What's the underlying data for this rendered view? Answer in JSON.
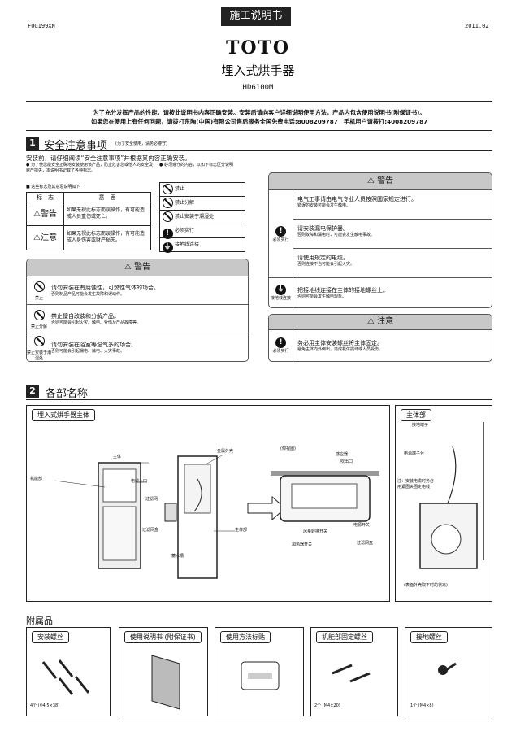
{
  "header": {
    "tab": "施工说明书",
    "doc_code": "F0G199XN",
    "date": "2011.02",
    "brand": "TOTO",
    "product": "埋入式烘手器",
    "model": "HD6100M"
  },
  "intro": {
    "line1": "为了充分发挥产品的性能，请按此说明书内容正确安装。安装后请向客户详细说明使用方法，产品内包含使用说明书(附保证书)。",
    "line2": "如果您在使用上有任何问题，请拨打东陶(中国)有限公司售后服务全国免费电话:8008209787　手机用户请拨打:4008209787"
  },
  "section1": {
    "num": "1",
    "title": "安全注意事项",
    "subtitle": "(为了安全使用，请务必遵守)",
    "lead": "安装前，请仔细阅读“安全注意事项”并根据其内容正确安装。",
    "bullet1": "● 为了使您能安全正确地安装使用该产品，防止危害您或他人的安全及财产损失，本说明书记载了各种标志。",
    "bullet2": "● 必须遵守的内容，以如下标志区分说明",
    "bullet3": "■ 这些标志及其意思说明如下",
    "table_head": [
      "标　志",
      "意　思"
    ],
    "table_rows": [
      {
        "mark": "警告",
        "text": "如果无视此标志而误操作，有可能造成人员重伤或死亡。"
      },
      {
        "mark": "注意",
        "text": "如果无视此标志而误操作，有可能造成人身伤害或财产损失。"
      }
    ],
    "legend": [
      "禁止",
      "禁止分解",
      "禁止安装于潮湿处",
      "必须实行",
      "接地线连接"
    ],
    "warn_left_title": "警告",
    "warn_left": [
      {
        "icon": "禁止",
        "main": "请勿安装在有腐蚀性，可燃性气体的场合。",
        "sub": "否则制品产品可能会发生故障和误动作。"
      },
      {
        "icon": "禁止分解",
        "main": "禁止擅自改装和分解产品。",
        "sub": "否则可能会引起火灾、触电、受伤及产品故障等。"
      },
      {
        "icon": "禁止安装于潮湿处",
        "main": "请勿安装在浴室等湿气多的场合。",
        "sub": "否则可能会引起漏电、触电、火灾事故。"
      }
    ],
    "warn_right_title": "警告",
    "warn_right_must": "必须实行",
    "warn_right": [
      {
        "main": "电气工事请由电气专业人员按照国家规定进行。",
        "sub": "错误的安装可能会发生触电。"
      },
      {
        "main": "请安装漏电保护器。",
        "sub": "否则故障和漏电时，可能会发生触电事故。"
      },
      {
        "main": "请使用规定的电缆。",
        "sub": "否则连接不当可能会引起火灾。"
      }
    ],
    "ground_icon": "接地线连接",
    "ground": {
      "main": "把接地线连接在主体的接地螺丝上。",
      "sub": "否则可能会发生触电现象。"
    },
    "caution_title": "注意",
    "caution_icon": "必须实行",
    "caution": {
      "main": "务必用主体安装螺丝将主体固定。",
      "sub": "避免主体向外倒出，造成机体损坏或人员受伤。"
    }
  },
  "section2": {
    "num": "2",
    "title": "各部名称",
    "main_panel": "埋入式烘手器主体",
    "main_labels": [
      "主体",
      "机能部",
      "电缆入口",
      "过滤网",
      "过滤网盒",
      "金属外壳",
      "主体部",
      "蓄水槽",
      "(仰视图)",
      "感应器",
      "吹出口",
      "电源开关",
      "风量转换开关",
      "过滤网盒",
      "加热器开关"
    ],
    "side_panel": "主体部",
    "side_labels": [
      "接地端子",
      "电源端子台",
      "注：安装电缆时务必用紧固夹固定电线",
      "(表面外壳取下时的状态)"
    ]
  },
  "accessories": {
    "title": "附属品",
    "items": [
      {
        "name": "安装螺丝",
        "qty": "4个 (Φ4.5×38)"
      },
      {
        "name": "使用说明书 (附保证书)",
        "qty": ""
      },
      {
        "name": "使用方法标贴",
        "qty": ""
      },
      {
        "name": "机能部固定螺丝",
        "qty": "2个 (M4×20)"
      },
      {
        "name": "接地螺丝",
        "qty": "1个 (M4×8)"
      }
    ]
  }
}
